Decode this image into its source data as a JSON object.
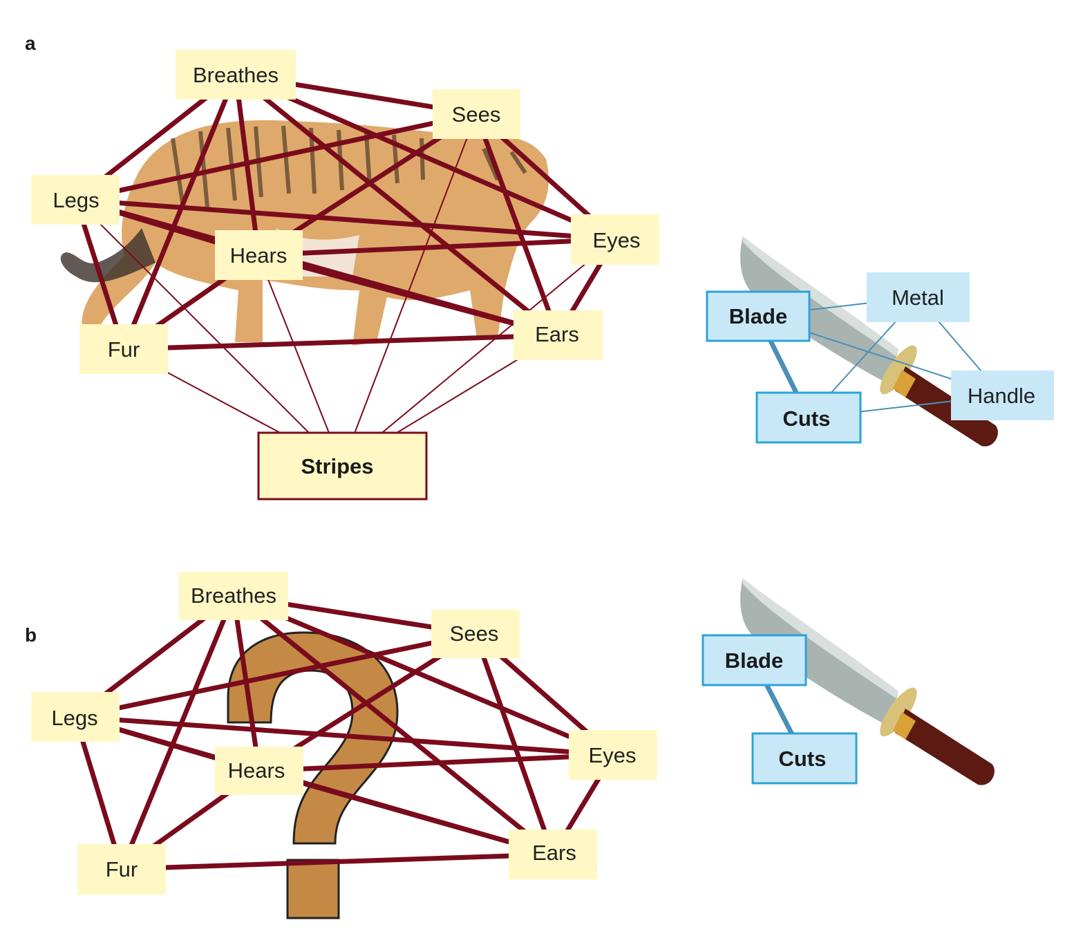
{
  "panels": [
    {
      "id": "a",
      "label": "a",
      "tiger_network": {
        "nodes": {
          "breathes": "Breathes",
          "sees": "Sees",
          "legs": "Legs",
          "hears": "Hears",
          "eyes": "Eyes",
          "fur": "Fur",
          "ears": "Ears",
          "stripes": "Stripes"
        },
        "highlighted_node": "stripes",
        "strong_edges": [
          [
            "breathes",
            "sees"
          ],
          [
            "breathes",
            "legs"
          ],
          [
            "breathes",
            "fur"
          ],
          [
            "breathes",
            "hears"
          ],
          [
            "breathes",
            "eyes"
          ],
          [
            "breathes",
            "ears"
          ],
          [
            "sees",
            "legs"
          ],
          [
            "sees",
            "hears"
          ],
          [
            "sees",
            "eyes"
          ],
          [
            "sees",
            "ears"
          ],
          [
            "legs",
            "hears"
          ],
          [
            "legs",
            "eyes"
          ],
          [
            "legs",
            "ears"
          ],
          [
            "legs",
            "fur"
          ],
          [
            "hears",
            "eyes"
          ],
          [
            "hears",
            "ears"
          ],
          [
            "hears",
            "fur"
          ],
          [
            "eyes",
            "ears"
          ],
          [
            "fur",
            "ears"
          ]
        ],
        "weak_edges": [
          [
            "stripes",
            "legs"
          ],
          [
            "stripes",
            "fur"
          ],
          [
            "stripes",
            "hears"
          ],
          [
            "stripes",
            "sees"
          ],
          [
            "stripes",
            "eyes"
          ],
          [
            "stripes",
            "ears"
          ]
        ]
      },
      "knife_network": {
        "nodes": {
          "blade": "Blade",
          "cuts": "Cuts",
          "metal": "Metal",
          "handle": "Handle"
        },
        "strong_edges": [
          [
            "blade",
            "cuts"
          ]
        ],
        "weak_edges": [
          [
            "blade",
            "metal"
          ],
          [
            "blade",
            "handle"
          ],
          [
            "cuts",
            "metal"
          ],
          [
            "cuts",
            "handle"
          ],
          [
            "metal",
            "handle"
          ]
        ]
      }
    },
    {
      "id": "b",
      "label": "b",
      "tiger_network": {
        "nodes": {
          "breathes": "Breathes",
          "sees": "Sees",
          "legs": "Legs",
          "hears": "Hears",
          "eyes": "Eyes",
          "fur": "Fur",
          "ears": "Ears"
        },
        "center_symbol": "?",
        "strong_edges": [
          [
            "breathes",
            "sees"
          ],
          [
            "breathes",
            "legs"
          ],
          [
            "breathes",
            "fur"
          ],
          [
            "breathes",
            "hears"
          ],
          [
            "breathes",
            "eyes"
          ],
          [
            "breathes",
            "ears"
          ],
          [
            "sees",
            "legs"
          ],
          [
            "sees",
            "hears"
          ],
          [
            "sees",
            "eyes"
          ],
          [
            "sees",
            "ears"
          ],
          [
            "legs",
            "hears"
          ],
          [
            "legs",
            "eyes"
          ],
          [
            "legs",
            "ears"
          ],
          [
            "legs",
            "fur"
          ],
          [
            "hears",
            "eyes"
          ],
          [
            "hears",
            "ears"
          ],
          [
            "hears",
            "fur"
          ],
          [
            "eyes",
            "ears"
          ],
          [
            "fur",
            "ears"
          ]
        ]
      },
      "knife_network": {
        "nodes": {
          "blade": "Blade",
          "cuts": "Cuts"
        },
        "strong_edges": [
          [
            "blade",
            "cuts"
          ]
        ]
      }
    }
  ],
  "colors": {
    "tiger_edge": "#7a0b1c",
    "tiger_node_fill": "#fff8c4",
    "knife_edge": "#4a8fb8",
    "knife_node_fill": "#c8e8f8",
    "knife_node_border": "#2ba3d8",
    "question_mark": "#c48a45"
  }
}
